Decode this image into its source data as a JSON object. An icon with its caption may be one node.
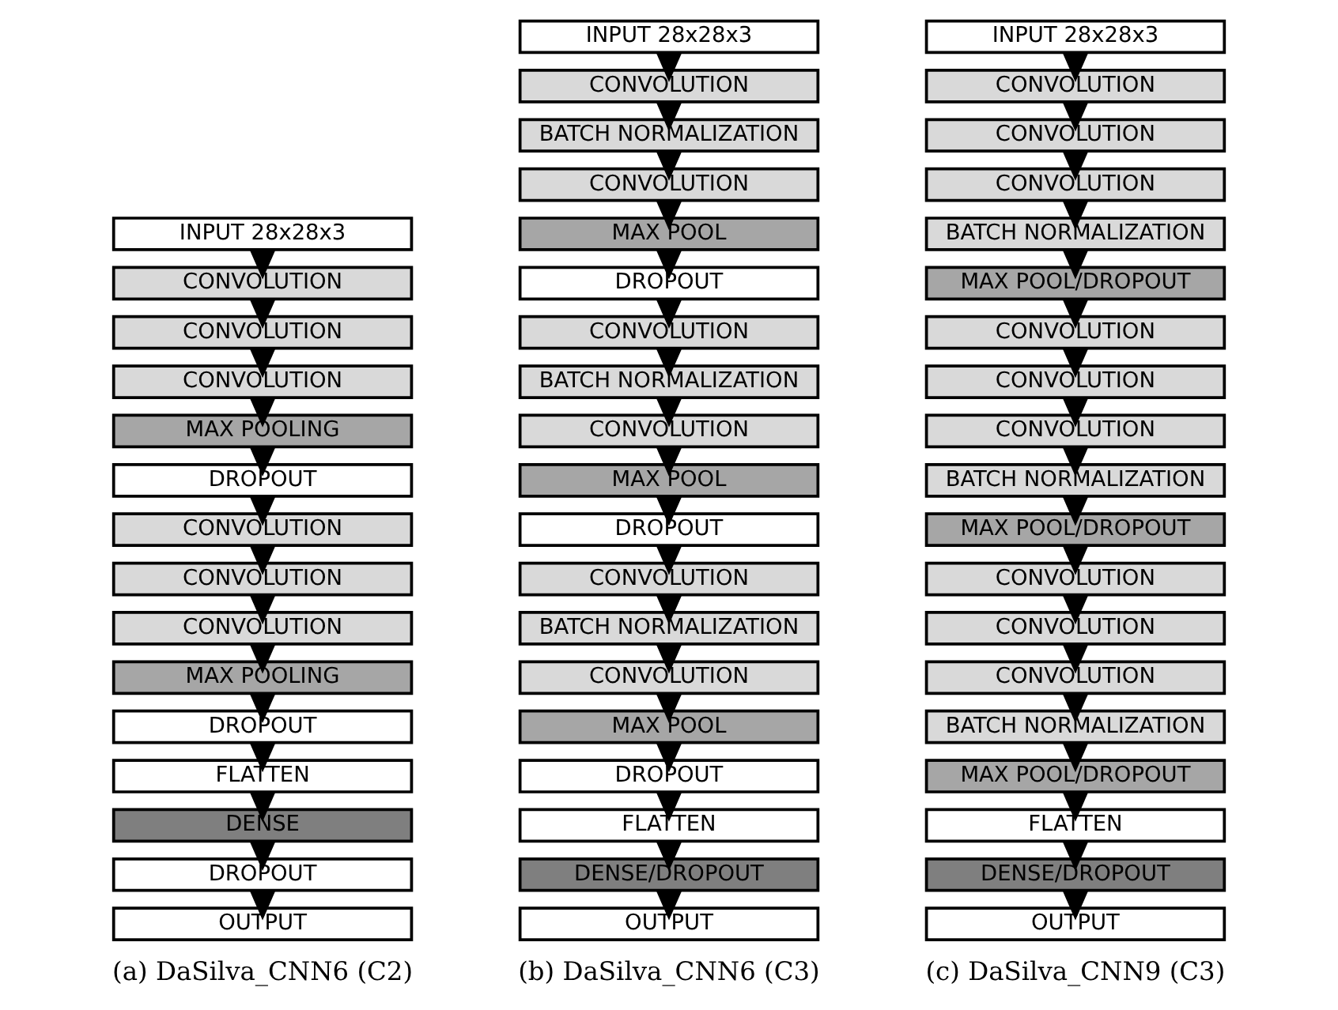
{
  "diagram": {
    "nodes": [
      {
        "text": [
          "INPUT 28x28x3"
        ]
      },
      {
        "text": [
          "CONVOLUTION"
        ]
      },
      {
        "text": [
          "CONVOLUTION"
        ]
      },
      {
        "text": [
          "CONVOLUTION"
        ]
      },
      {
        "text": [
          "MAX POOLING"
        ]
      },
      {
        "text": [
          "DROPOUT"
        ]
      },
      {
        "text": [
          "CONVOLUTION"
        ]
      },
      {
        "text": [
          "CONVOLUTION"
        ]
      },
      {
        "text": [
          "CONVOLUTION"
        ]
      },
      {
        "text": [
          "MAX POOLING"
        ]
      },
      {
        "text": [
          "DROPOUT"
        ]
      },
      {
        "text": [
          "FLATTEN"
        ]
      },
      {
        "text": [
          "DENSE"
        ]
      },
      {
        "text": [
          "DROPOUT"
        ]
      },
      {
        "text": [
          "OUTPUT"
        ]
      },
      {
        "text": [
          "INPUT 28x28x3"
        ]
      },
      {
        "text": [
          "CONVOLUTION"
        ]
      },
      {
        "text": [
          "BATCH NORMALIZATION"
        ]
      },
      {
        "text": [
          "CONVOLUTION"
        ]
      },
      {
        "text": [
          "MAX POOL"
        ]
      },
      {
        "text": [
          "DROPOUT"
        ]
      },
      {
        "text": [
          "CONVOLUTION"
        ]
      },
      {
        "text": [
          "BATCH NORMALIZATION"
        ]
      },
      {
        "text": [
          "CONVOLUTION"
        ]
      },
      {
        "text": [
          "MAX POOL"
        ]
      },
      {
        "text": [
          "DROPOUT"
        ]
      },
      {
        "text": [
          "CONVOLUTION"
        ]
      },
      {
        "text": [
          "BATCH NORMALIZATION"
        ]
      },
      {
        "text": [
          "CONVOLUTION"
        ]
      },
      {
        "text": [
          "MAX POOL"
        ]
      },
      {
        "text": [
          "DROPOUT"
        ]
      },
      {
        "text": [
          "FLATTEN"
        ]
      },
      {
        "text": [
          "DENSE/DROPOUT"
        ]
      },
      {
        "text": [
          "OUTPUT"
        ]
      },
      {
        "text": [
          "INPUT 28x28x3"
        ]
      },
      {
        "text": [
          "CONVOLUTION"
        ]
      },
      {
        "text": [
          "CONVOLUTION"
        ]
      },
      {
        "text": [
          "CONVOLUTION"
        ]
      },
      {
        "text": [
          "BATCH NORMALIZATION"
        ]
      },
      {
        "text": [
          "MAX POOL/DROPOUT"
        ]
      },
      {
        "text": [
          "CONVOLUTION"
        ]
      },
      {
        "text": [
          "CONVOLUTION"
        ]
      },
      {
        "text": [
          "CONVOLUTION"
        ]
      },
      {
        "text": [
          "BATCH NORMALIZATION"
        ]
      },
      {
        "text": [
          "MAX POOL/DROPOUT"
        ]
      },
      {
        "text": [
          "CONVOLUTION"
        ]
      },
      {
        "text": [
          "CONVOLUTION"
        ]
      },
      {
        "text": [
          "CONVOLUTION"
        ]
      },
      {
        "text": [
          "BATCH NORMALIZATION"
        ]
      },
      {
        "text": [
          "MAX POOL/DROPOUT"
        ]
      },
      {
        "text": [
          "FLATTEN"
        ]
      },
      {
        "text": [
          "DENSE/DROPOUT"
        ]
      },
      {
        "text": [
          "OUTPUT"
        ]
      }
    ],
    "edges": [
      {
        "from": 0,
        "to": 1,
        "arrow": "to"
      },
      {
        "from": 1,
        "to": 2,
        "arrow": "to"
      },
      {
        "from": 2,
        "to": 3,
        "arrow": "to"
      },
      {
        "from": 3,
        "to": 4,
        "arrow": "to"
      },
      {
        "from": 4,
        "to": 5,
        "arrow": "to"
      },
      {
        "from": 5,
        "to": 6,
        "arrow": "to"
      },
      {
        "from": 6,
        "to": 7,
        "arrow": "to"
      },
      {
        "from": 7,
        "to": 8,
        "arrow": "to"
      },
      {
        "from": 8,
        "to": 9,
        "arrow": "to"
      },
      {
        "from": 9,
        "to": 10,
        "arrow": "to"
      },
      {
        "from": 10,
        "to": 11,
        "arrow": "to"
      },
      {
        "from": 11,
        "to": 12,
        "arrow": "to"
      },
      {
        "from": 12,
        "to": 13,
        "arrow": "to"
      },
      {
        "from": 13,
        "to": 14,
        "arrow": "to"
      },
      {
        "from": 15,
        "to": 16,
        "arrow": "to"
      },
      {
        "from": 16,
        "to": 17,
        "arrow": "to"
      },
      {
        "from": 17,
        "to": 18,
        "arrow": "to"
      },
      {
        "from": 18,
        "to": 19,
        "arrow": "to"
      },
      {
        "from": 19,
        "to": 20,
        "arrow": "to"
      },
      {
        "from": 20,
        "to": 21,
        "arrow": "to"
      },
      {
        "from": 21,
        "to": 22,
        "arrow": "to"
      },
      {
        "from": 22,
        "to": 23,
        "arrow": "to"
      },
      {
        "from": 23,
        "to": 24,
        "arrow": "to"
      },
      {
        "from": 24,
        "to": 25,
        "arrow": "to"
      },
      {
        "from": 25,
        "to": 26,
        "arrow": "to"
      },
      {
        "from": 26,
        "to": 27,
        "arrow": "to"
      },
      {
        "from": 27,
        "to": 28,
        "arrow": "to"
      },
      {
        "from": 28,
        "to": 29,
        "arrow": "to"
      },
      {
        "from": 29,
        "to": 30,
        "arrow": "to"
      },
      {
        "from": 30,
        "to": 31,
        "arrow": "to"
      },
      {
        "from": 31,
        "to": 32,
        "arrow": "to"
      },
      {
        "from": 32,
        "to": 33,
        "arrow": "to"
      },
      {
        "from": 34,
        "to": 35,
        "arrow": "to"
      },
      {
        "from": 35,
        "to": 36,
        "arrow": "to"
      },
      {
        "from": 36,
        "to": 37,
        "arrow": "to"
      },
      {
        "from": 37,
        "to": 38,
        "arrow": "to"
      },
      {
        "from": 38,
        "to": 39,
        "arrow": "to"
      },
      {
        "from": 39,
        "to": 40,
        "arrow": "to"
      },
      {
        "from": 40,
        "to": 41,
        "arrow": "to"
      },
      {
        "from": 41,
        "to": 42,
        "arrow": "to"
      },
      {
        "from": 42,
        "to": 43,
        "arrow": "to"
      },
      {
        "from": 43,
        "to": 44,
        "arrow": "to"
      },
      {
        "from": 44,
        "to": 45,
        "arrow": "to"
      },
      {
        "from": 45,
        "to": 46,
        "arrow": "to"
      },
      {
        "from": 46,
        "to": 47,
        "arrow": "to"
      },
      {
        "from": 47,
        "to": 48,
        "arrow": "to"
      },
      {
        "from": 48,
        "to": 49,
        "arrow": "to"
      },
      {
        "from": 49,
        "to": 50,
        "arrow": "to"
      },
      {
        "from": 50,
        "to": 51,
        "arrow": "to"
      },
      {
        "from": 51,
        "to": 52,
        "arrow": "to"
      }
    ],
    "labels": [
      "(a) DaSilva_CNN6 (C2)",
      "(b) DaSilva_CNN6 (C3)",
      "(c) DaSilva_CNN9 (C3)"
    ]
  }
}
